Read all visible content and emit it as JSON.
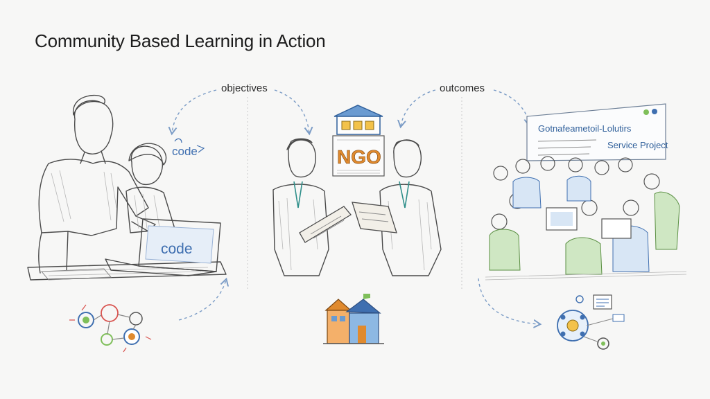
{
  "title": "Community Based Learning in Action",
  "flow_labels": {
    "objectives": "objectives",
    "outcomes": "outcomes"
  },
  "scene_left": {
    "laptop_text": "code",
    "floating_tag": "code"
  },
  "scene_middle": {
    "building_sign": "NGO"
  },
  "scene_right": {
    "board_line1": "Gotnafeametoil-Lolutirs",
    "board_line2": "Service Project"
  },
  "colors": {
    "accent_blue": "#3f6fb0",
    "arrow_blue": "#7b9cc6",
    "ngo_orange": "#e08a2e",
    "vest_green": "#7fbf5a"
  },
  "icons": [
    "gear-network-icon",
    "community-house-icon",
    "outcome-network-icon"
  ]
}
